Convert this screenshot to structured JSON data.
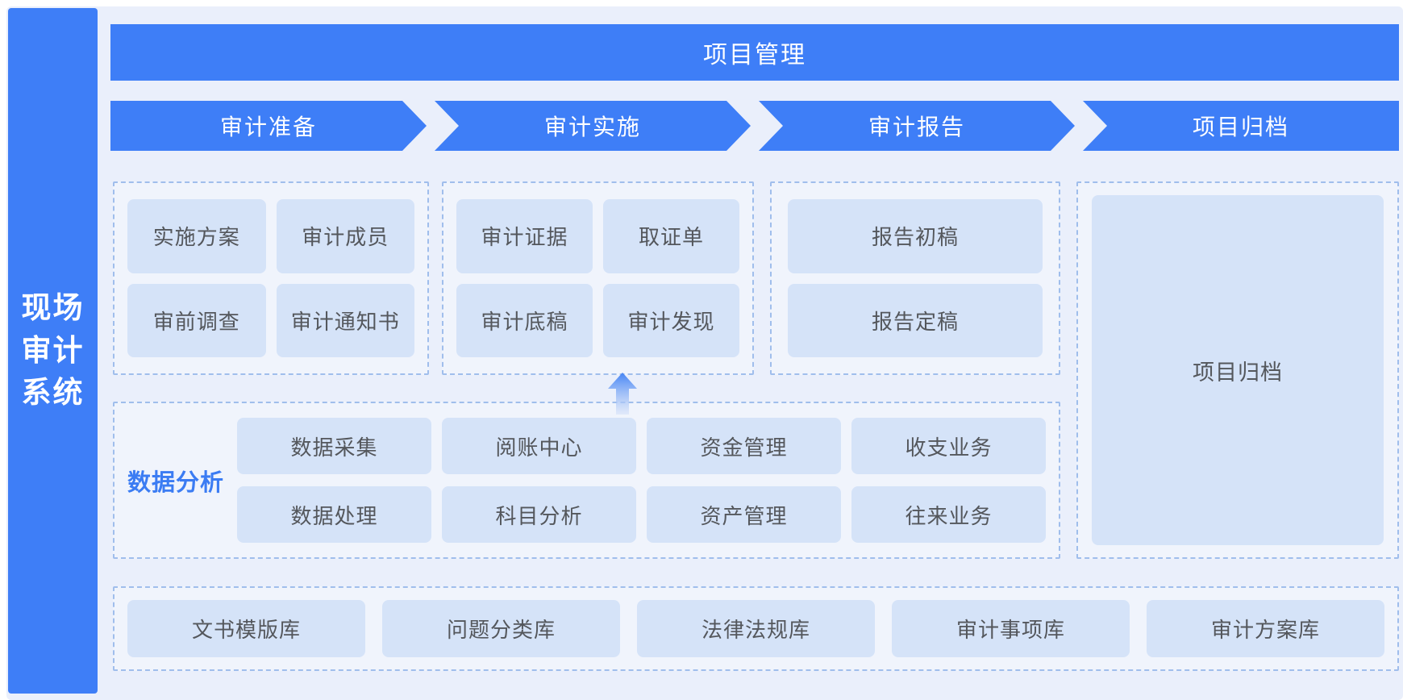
{
  "sidebar": {
    "title": "现场审计系统",
    "lines": [
      "现场",
      "审计",
      "系统"
    ]
  },
  "header": {
    "title": "项目管理"
  },
  "phases": {
    "labels": [
      "审计准备",
      "审计实施",
      "审计报告",
      "项目归档"
    ]
  },
  "preparation": {
    "items": [
      "实施方案",
      "审计成员",
      "审前调查",
      "审计通知书"
    ]
  },
  "implementation": {
    "items": [
      "审计证据",
      "取证单",
      "审计底稿",
      "审计发现"
    ]
  },
  "report": {
    "items": [
      "报告初稿",
      "报告定稿"
    ]
  },
  "archive": {
    "label": "项目归档"
  },
  "analysis": {
    "label": "数据分析",
    "items": [
      "数据采集",
      "阅账中心",
      "资金管理",
      "收支业务",
      "数据处理",
      "科目分析",
      "资产管理",
      "往来业务"
    ]
  },
  "libraries": {
    "items": [
      "文书模版库",
      "问题分类库",
      "法律法规库",
      "审计事项库",
      "审计方案库"
    ]
  },
  "colors": {
    "primary_blue": "#3e7ef7",
    "box_fill": "#d5e3f8",
    "container_bg": "#f0f4fc",
    "page_bg": "#eaeffb",
    "dashed_border": "#a0beec",
    "box_text": "#54575c",
    "analysis_label": "#3b7cf3"
  }
}
